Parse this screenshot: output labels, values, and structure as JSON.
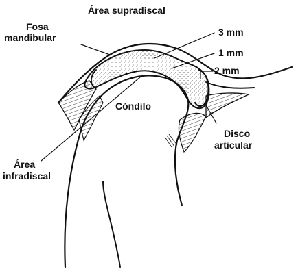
{
  "labels": {
    "supradiscal": "Área supradiscal",
    "fosa_1": "Fosa",
    "fosa_2": "mandibular",
    "mm3": "3 mm",
    "mm1": "1 mm",
    "mm2": "2 mm",
    "condilo": "Cóndilo",
    "disco_1": "Disco",
    "disco_2": "articular",
    "infra_1": "Área",
    "infra_2": "infradiscal"
  },
  "colors": {
    "ink": "#111111",
    "background": "#ffffff",
    "disc_fill": "#ffffff"
  }
}
